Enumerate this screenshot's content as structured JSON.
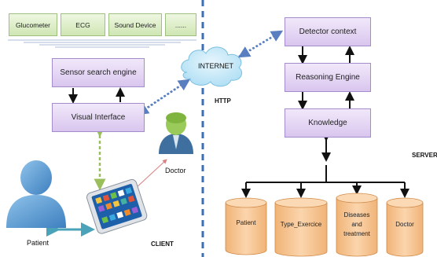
{
  "sensors": [
    "Glucometer",
    "ECG",
    "Sound Device",
    "......"
  ],
  "client": {
    "search_engine": "Sensor search engine",
    "visual_interface": "Visual Interface",
    "label": "CLIENT",
    "patient": "Patient",
    "doctor": "Doctor"
  },
  "network": {
    "internet": "INTERNET",
    "http": "HTTP"
  },
  "server": {
    "detector": "Detector context",
    "reasoning": "Reasoning Engine",
    "knowledge": "Knowledge",
    "label": "SERVER"
  },
  "databases": [
    {
      "line1": "Patient",
      "line2": "",
      "line3": ""
    },
    {
      "line1": "Type_Exercice",
      "line2": "",
      "line3": ""
    },
    {
      "line1": "Diseases",
      "line2": "and",
      "line3": "treatment"
    },
    {
      "line1": "Doctor",
      "line2": "",
      "line3": ""
    }
  ],
  "colors": {
    "sensor_fill": "#cfe6b3",
    "box_fill": "#d9c6ee",
    "cylinder_fill": "#f5c38e",
    "divider": "#3b6fb6",
    "teal_arrow": "#4aa3b8",
    "green_arrow": "#9abf5a",
    "red_arrow": "#d98080",
    "dotted_arrow": "#5a7fc0"
  }
}
